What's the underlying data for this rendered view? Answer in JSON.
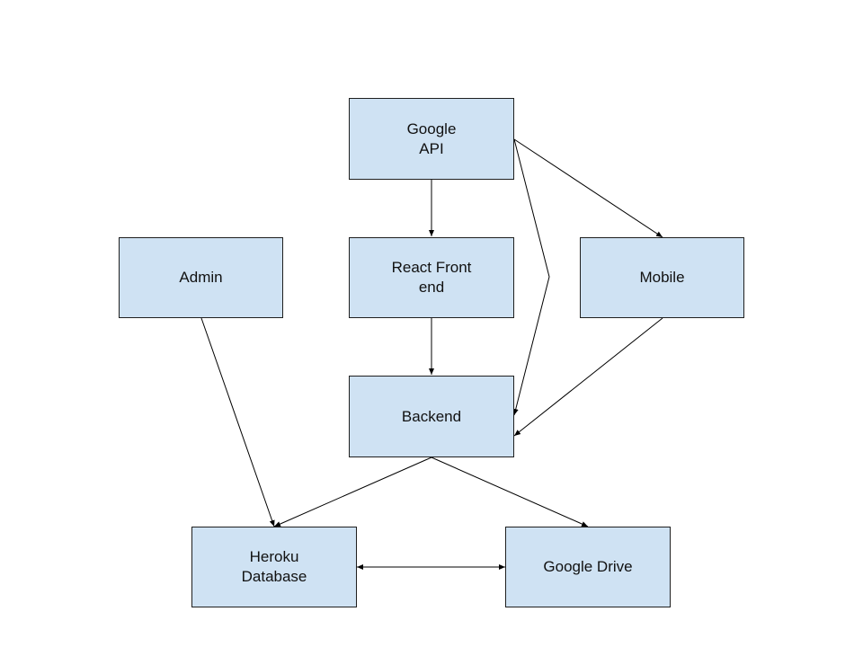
{
  "colors": {
    "node_fill": "#cfe2f3",
    "stroke": "#000000"
  },
  "nodes": {
    "google_api": {
      "label": "Google\nAPI"
    },
    "react_frontend": {
      "label": "React Front\nend"
    },
    "admin": {
      "label": "Admin"
    },
    "mobile": {
      "label": "Mobile"
    },
    "backend": {
      "label": "Backend"
    },
    "heroku_database": {
      "label": "Heroku\nDatabase"
    },
    "google_drive": {
      "label": "Google Drive"
    }
  },
  "edges": [
    {
      "from": "google_api",
      "to": "react_frontend"
    },
    {
      "from": "google_api",
      "to": "mobile"
    },
    {
      "from": "google_api",
      "to": "backend"
    },
    {
      "from": "react_frontend",
      "to": "backend"
    },
    {
      "from": "mobile",
      "to": "backend"
    },
    {
      "from": "admin",
      "to": "heroku_database"
    },
    {
      "from": "backend",
      "to": "heroku_database"
    },
    {
      "from": "backend",
      "to": "google_drive"
    },
    {
      "from": "heroku_database",
      "to": "google_drive",
      "bidirectional": true
    }
  ]
}
